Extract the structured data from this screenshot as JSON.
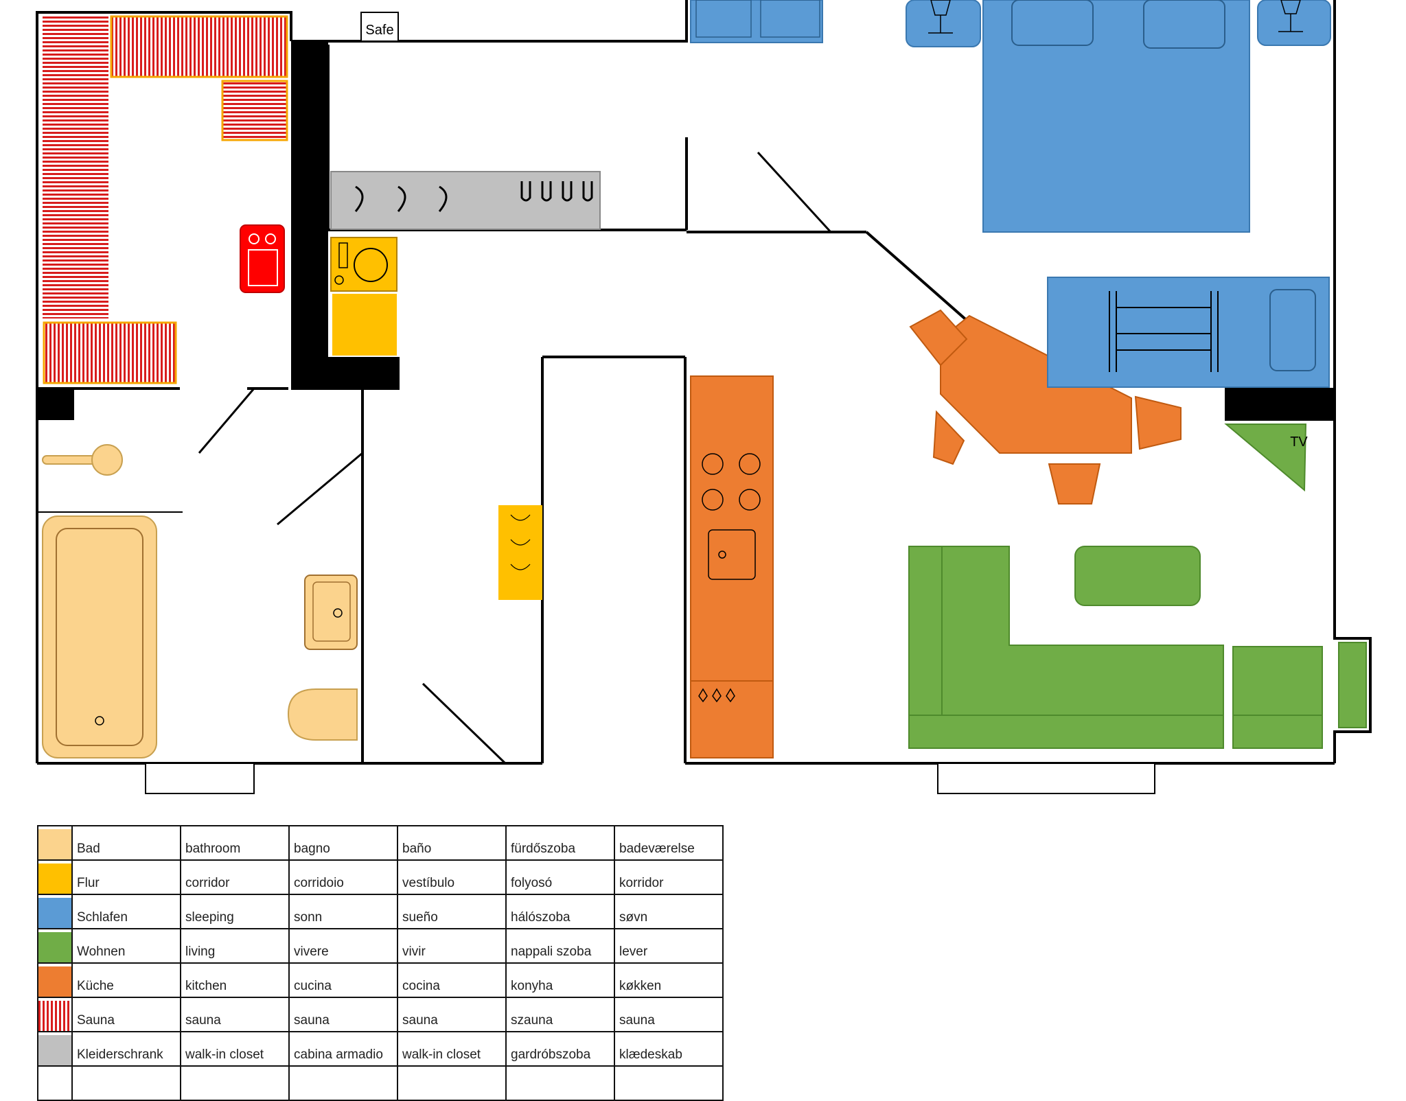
{
  "plan": {
    "safe_label": "Safe",
    "tv_label": "TV"
  },
  "colors": {
    "bathroom": "#fbd38d",
    "corridor": "#ffc000",
    "sleeping": "#5b9bd5",
    "living": "#70ad47",
    "kitchen": "#ed7d31",
    "sauna": "#d81d1d",
    "closet": "#c0c0c0",
    "wall": "#000000"
  },
  "legend": {
    "rows": [
      {
        "swatch": "bathroom",
        "cells": [
          "Bad",
          "bathroom",
          "bagno",
          "baño",
          "fürdőszoba",
          "badeværelse"
        ]
      },
      {
        "swatch": "corridor",
        "cells": [
          "Flur",
          "corridor",
          "corridoio",
          "vestíbulo",
          "folyosó",
          "korridor"
        ]
      },
      {
        "swatch": "sleeping",
        "cells": [
          "Schlafen",
          "sleeping",
          "sonn",
          "sueño",
          "hálószoba",
          "søvn"
        ]
      },
      {
        "swatch": "living",
        "cells": [
          "Wohnen",
          "living",
          "vivere",
          "vivir",
          "nappali szoba",
          "lever"
        ]
      },
      {
        "swatch": "kitchen",
        "cells": [
          "Küche",
          "kitchen",
          "cucina",
          "cocina",
          "konyha",
          "køkken"
        ]
      },
      {
        "swatch": "sauna",
        "cells": [
          "Sauna",
          "sauna",
          "sauna",
          "sauna",
          "szauna",
          "sauna"
        ]
      },
      {
        "swatch": "closet",
        "cells": [
          "Kleiderschrank",
          "walk-in closet",
          "cabina armadio",
          "walk-in closet",
          "gardróbszoba",
          "klædeskab"
        ]
      }
    ]
  }
}
